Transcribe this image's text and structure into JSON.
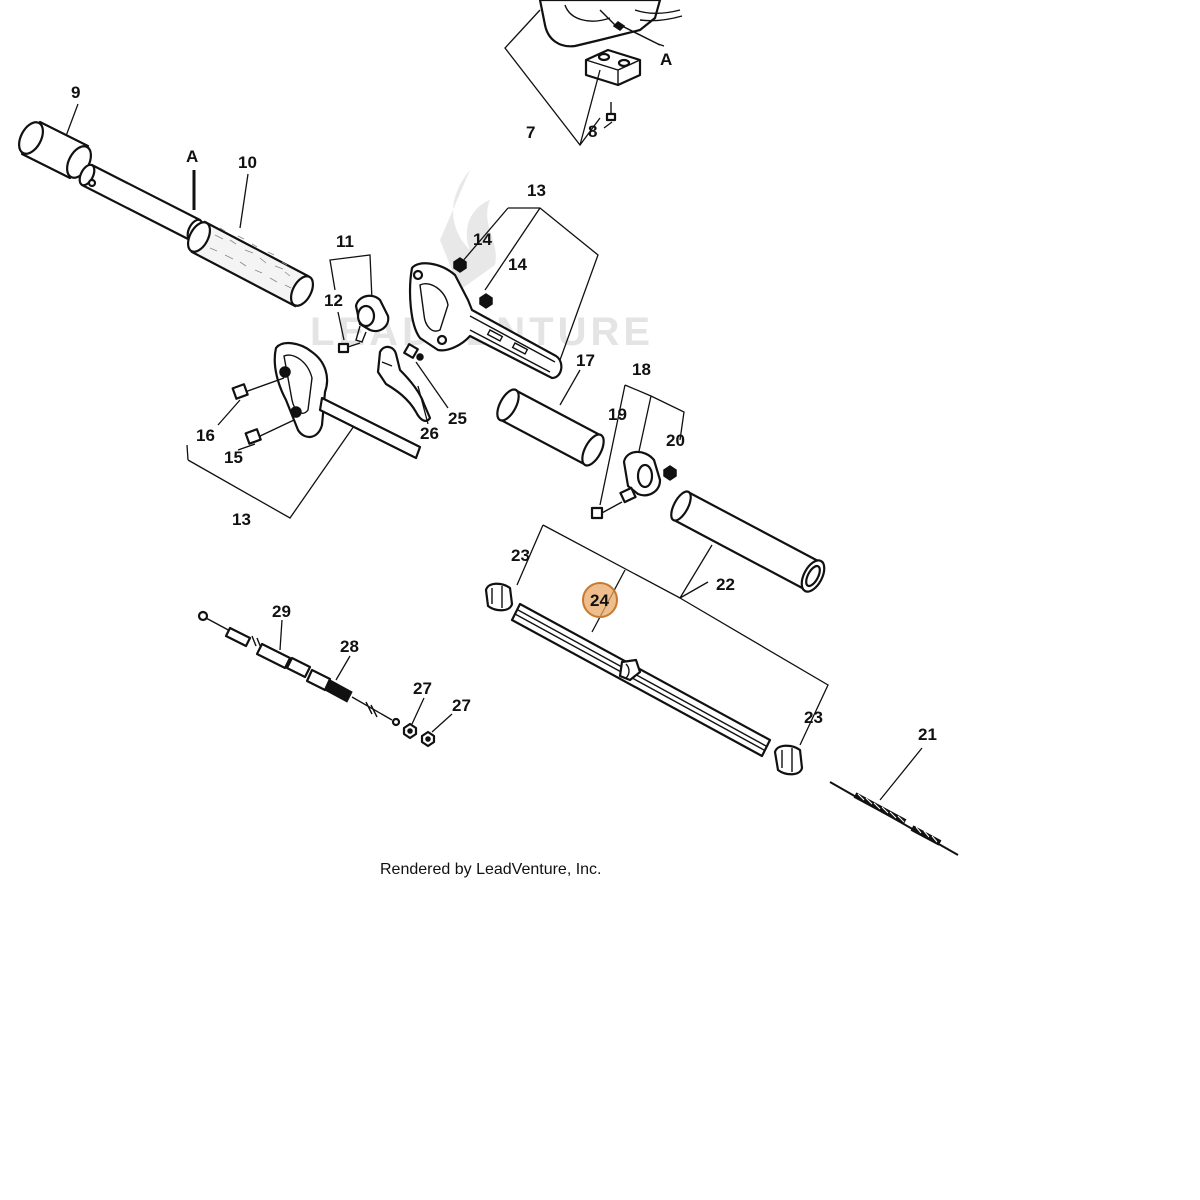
{
  "credit": "Rendered by LeadVenture, Inc.",
  "watermark": "LEADVENTURE",
  "highlight": {
    "label": "24",
    "color": "#e8a866"
  },
  "labels": {
    "A1": "A",
    "A2": "A",
    "n7": "7",
    "n8": "8",
    "n9": "9",
    "n10": "10",
    "n11": "11",
    "n12": "12",
    "n13a": "13",
    "n13b": "13",
    "n14a": "14",
    "n14b": "14",
    "n15": "15",
    "n16": "16",
    "n17": "17",
    "n18": "18",
    "n19": "19",
    "n20": "20",
    "n21": "21",
    "n22": "22",
    "n23a": "23",
    "n23b": "23",
    "n25": "25",
    "n26": "26",
    "n27a": "27",
    "n27b": "27",
    "n28": "28",
    "n29": "29"
  }
}
